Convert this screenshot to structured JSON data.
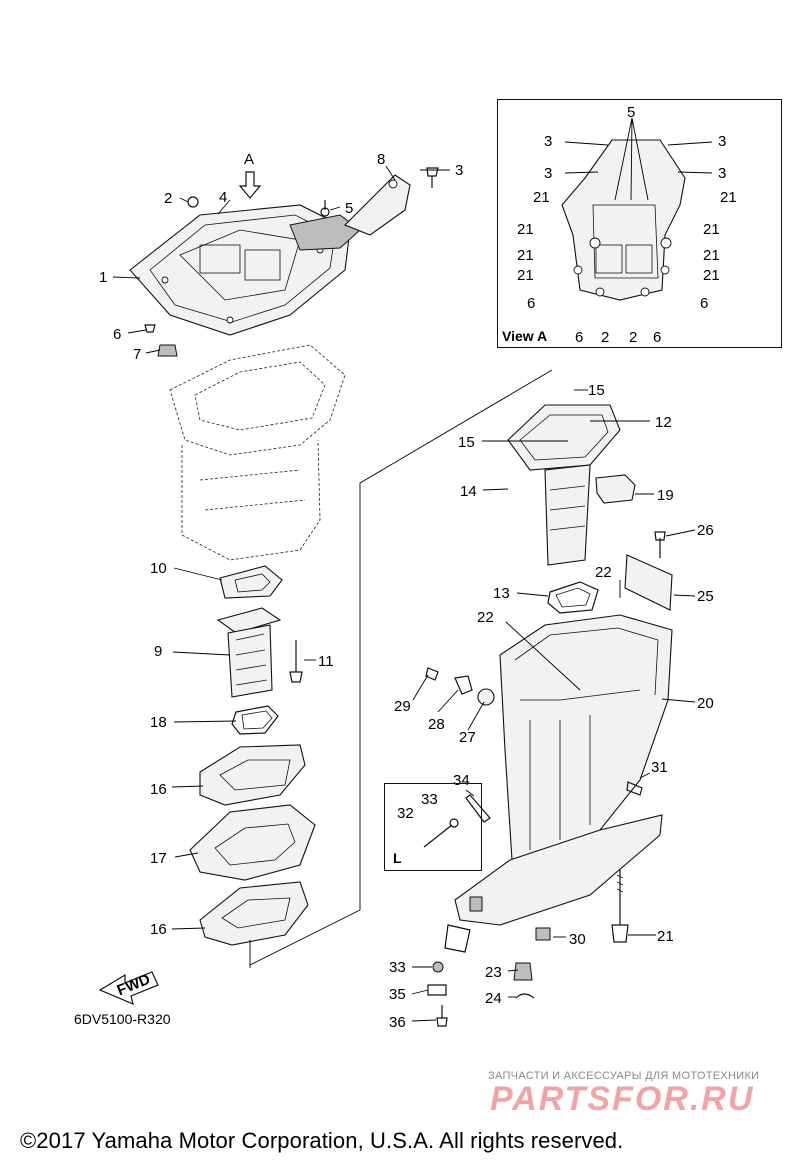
{
  "diagram": {
    "view_a_label": "View A",
    "view_arrow_label": "A",
    "detail_box_label": "L",
    "fwd_label": "FWD",
    "reference_code": "6DV5100-R320",
    "copyright": "©2017 Yamaha Motor Corporation, U.S.A. All rights reserved.",
    "watermark": {
      "tagline": "ЗАПЧАСТИ И АКСЕССУАРЫ ДЛЯ МОТОТЕХНИКИ",
      "logo_text": "PARTSFOR.RU"
    },
    "callouts_main": [
      "1",
      "2",
      "3",
      "4",
      "5",
      "6",
      "7",
      "8",
      "9",
      "10",
      "11",
      "12",
      "13",
      "14",
      "15",
      "15",
      "16",
      "16",
      "17",
      "18",
      "19",
      "20",
      "21",
      "22",
      "22",
      "23",
      "24",
      "25",
      "26",
      "27",
      "28",
      "29",
      "30",
      "31",
      "32",
      "33",
      "33",
      "34",
      "35",
      "36"
    ],
    "callouts_view_a": [
      "5",
      "3",
      "3",
      "3",
      "3",
      "21",
      "21",
      "21",
      "21",
      "21",
      "21",
      "21",
      "21",
      "6",
      "6",
      "6",
      "6",
      "2",
      "2"
    ]
  }
}
